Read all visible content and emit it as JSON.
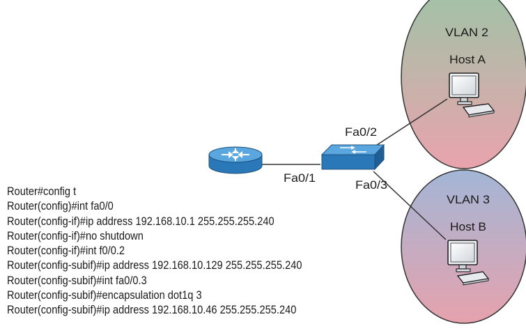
{
  "diagram": {
    "vlans": [
      {
        "name": "VLAN 2",
        "host": "Host A"
      },
      {
        "name": "VLAN 3",
        "host": "Host B"
      }
    ],
    "ports": {
      "router_link": "Fa0/1",
      "host_a_link": "Fa0/2",
      "host_b_link": "Fa0/3"
    },
    "colors": {
      "vlan2_top": "#9ec4a6",
      "vlan2_bottom": "#e9a3ad",
      "vlan3_top": "#a3b6d6",
      "vlan3_bottom": "#e6a2ad",
      "router": "#3d8fd0",
      "switch": "#3d8fd0",
      "link": "#333333"
    },
    "icons": [
      "router-icon",
      "switch-icon",
      "pc-icon"
    ]
  },
  "config_lines": [
    "Router#config t",
    "Router(config)#int fa0/0",
    "Router(config-if)#ip address 192.168.10.1 255.255.255.240",
    "Router(config-if)#no shutdown",
    "Router(config-if)#int f0/0.2",
    "Router(config-subif)#ip address 192.168.10.129 255.255.255.240",
    "Router(config-subif)#int fa0/0.3",
    "Router(config-subif)#encapsulation dot1q 3",
    "Router(config-subif)#ip address 192.168.10.46 255.255.255.240"
  ]
}
